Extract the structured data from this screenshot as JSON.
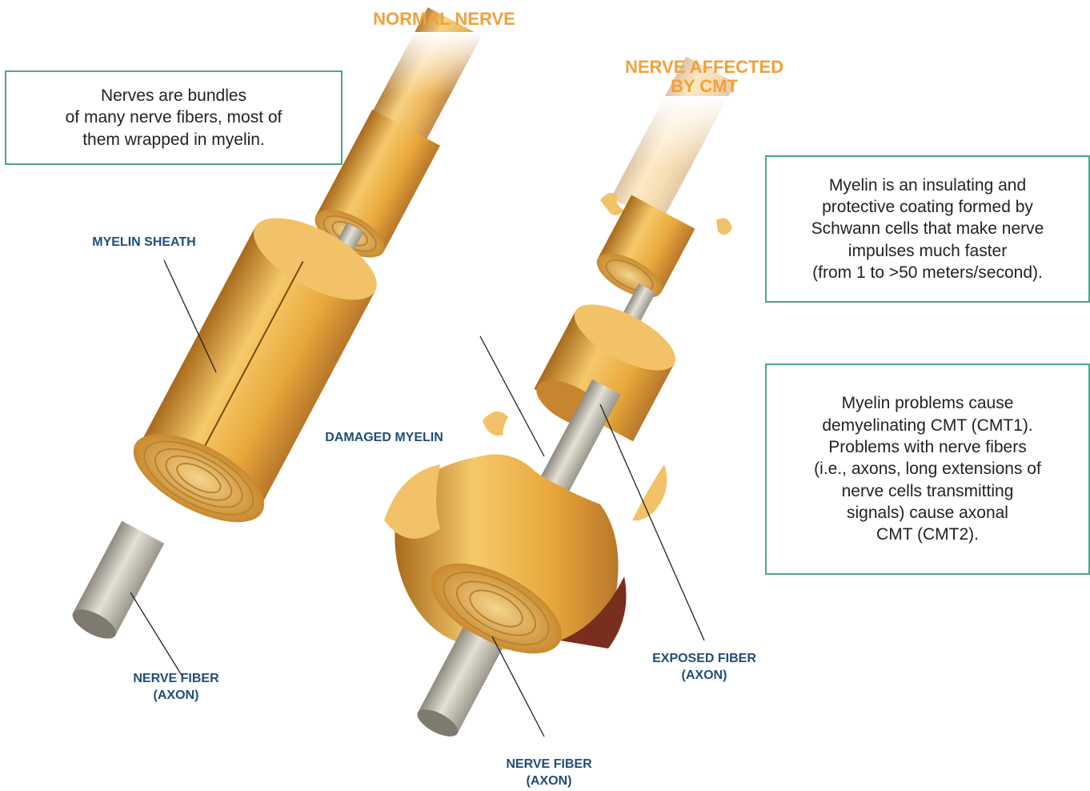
{
  "titles": {
    "normal": "NORMAL NERVE",
    "affected": [
      "NERVE AFFECTED",
      "BY CMT"
    ]
  },
  "labels": {
    "myelin_sheath": "MYELIN SHEATH",
    "damaged_myelin": "DAMAGED MYELIN",
    "nerve_fiber_left": [
      "NERVE FIBER",
      "(AXON)"
    ],
    "exposed_fiber": [
      "EXPOSED FIBER",
      "(AXON)"
    ],
    "nerve_fiber_right": [
      "NERVE FIBER",
      "(AXON)"
    ]
  },
  "boxes": {
    "bundles": [
      "Nerves are bundles",
      "of many nerve fibers, most of",
      "them wrapped in myelin."
    ],
    "myelin_info": [
      "Myelin is an insulating and",
      "protective coating formed by",
      "Schwann cells that make nerve",
      "impulses much faster",
      "(from 1 to >50 meters/second)."
    ],
    "cmt_types": [
      "Myelin problems cause",
      "demyelinating CMT (CMT1).",
      "Problems with nerve fibers",
      "(i.e., axons, long extensions of",
      "nerve cells transmitting",
      "signals) cause axonal",
      "CMT (CMT2)."
    ]
  },
  "colors": {
    "title_orange": "#F2A03A",
    "label_blue": "#1F4E79",
    "box_border": "#4FA38E",
    "myelin": "#E8A93A",
    "axon": "#D8D3C4"
  }
}
